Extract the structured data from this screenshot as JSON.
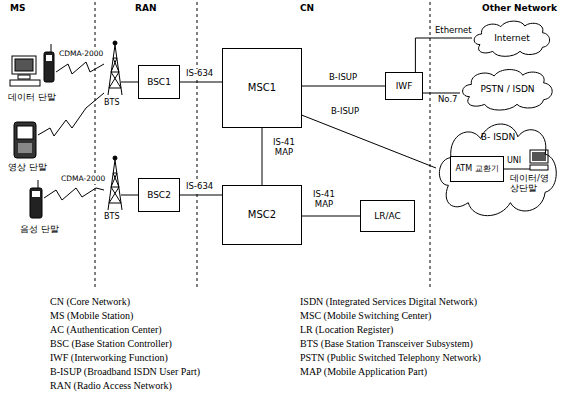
{
  "diagram": {
    "nodes": [
      {
        "text": [
          "Internet"
        ]
      },
      {
        "text": [
          "BSC1"
        ]
      },
      {
        "text": [
          "MSC1"
        ]
      },
      {
        "text": [
          "IWF"
        ]
      },
      {
        "text": [
          "PSTN / ISDN"
        ]
      },
      {
        "text": [
          "B- ISDN"
        ]
      },
      {
        "text": [
          "ATM 교환기"
        ],
        "in": 5
      },
      {
        "text": [
          "BSC2"
        ]
      },
      {
        "text": [
          "MSC2"
        ]
      },
      {
        "text": [
          "LR/AC"
        ]
      }
    ],
    "edges": [
      {
        "from": 1,
        "to": 2,
        "label": "IS-634",
        "arrow": "none"
      },
      {
        "from": 2,
        "to": 3,
        "label": "B-ISUP",
        "arrow": "none"
      },
      {
        "from": 3,
        "to": 0,
        "label": "Ethernet",
        "arrow": "none"
      },
      {
        "from": 3,
        "to": 4,
        "label": "No.7",
        "arrow": "none"
      },
      {
        "from": 2,
        "to": 5,
        "label": "B-ISUP",
        "arrow": "none"
      },
      {
        "from": 2,
        "to": 8,
        "label": "IS-41 MAP",
        "arrow": "none"
      },
      {
        "from": 7,
        "to": 8,
        "label": "IS-634",
        "arrow": "none"
      },
      {
        "from": 8,
        "to": 9,
        "label": "IS-41 MAP",
        "arrow": "none"
      }
    ],
    "labels": [
      "MS",
      "RAN",
      "CN",
      "Other Network",
      "데이터 단말",
      "영상 단말",
      "음성 단말",
      "CDMA-2000",
      "CDMA-2000",
      "BTS",
      "BTS",
      "UNI",
      "데이터/영상단말",
      "CN (Core Network)",
      "MS (Mobile Station)",
      "AC (Authentication Center)",
      "BSC (Base Station Controller)",
      "IWF (Interworking Function)",
      "B-ISUP (Broadband ISDN User Part)",
      "RAN (Radio Access Network)",
      "ISDN (Integrated Services Digital Network)",
      "MSC (Mobile Switching Center)",
      "LR (Location Register)",
      "BTS (Base Station Transceiver Subsystem)",
      "PSTN (Public Switched Telephony Network)",
      "MAP (Mobile Application Part)"
    ]
  }
}
